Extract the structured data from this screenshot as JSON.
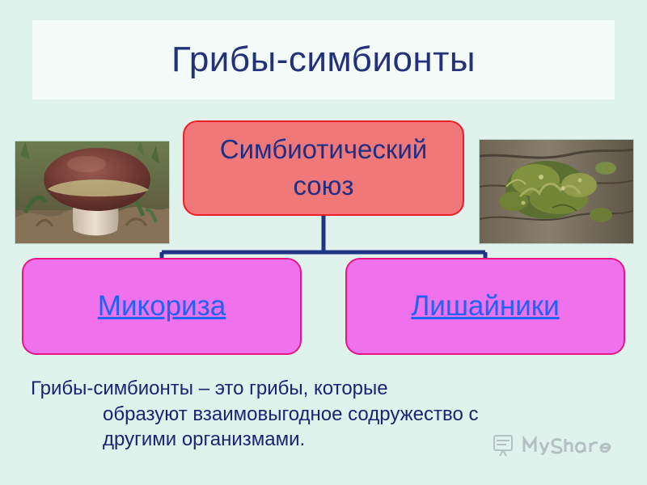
{
  "title": "Грибы-симбионты",
  "root": {
    "label_line1": "Симбиотический",
    "label_line2": "союз"
  },
  "children": [
    {
      "label": "Микориза"
    },
    {
      "label": "Лишайники"
    }
  ],
  "description": {
    "line1": "Грибы-симбионты – это грибы, которые",
    "line2": "образуют взаимовыгодное содружество с",
    "line3": "другими организмами."
  },
  "photos": {
    "left_icon": "mushroom-photo-icon",
    "right_icon": "lichen-photo-icon"
  },
  "colors": {
    "background": "#dff3ec",
    "title_band": "#f2fbf7",
    "title_text": "#24307a",
    "root_fill": "#f07878",
    "root_border": "#f01c2c",
    "child_fill": "#f071ec",
    "child_border": "#e81683",
    "connector": "#1f3386",
    "link": "#1f63f4",
    "description_text": "#1b2374"
  }
}
